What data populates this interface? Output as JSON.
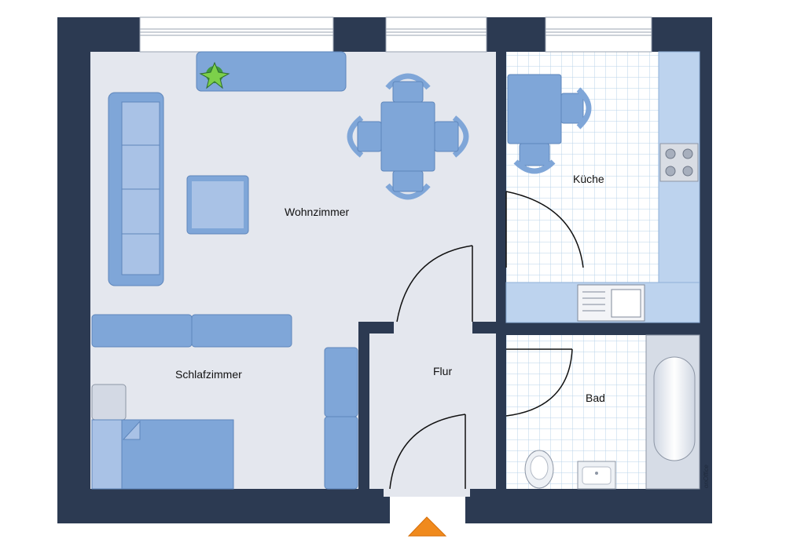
{
  "rooms": {
    "living": "Wohnzimmer",
    "kitchen": "Küche",
    "bedroom": "Schlafzimmer",
    "hall": "Flur",
    "bath": "Bad"
  },
  "logo": "onOffice",
  "colors": {
    "wall": "#2c3a52",
    "floor": "#e4e7ee",
    "furniture": "#7fa6d8",
    "furniture_light": "#a9c2e6",
    "tile_line": "#b9d3ea",
    "entrance_arrow": "#f08a1d"
  }
}
